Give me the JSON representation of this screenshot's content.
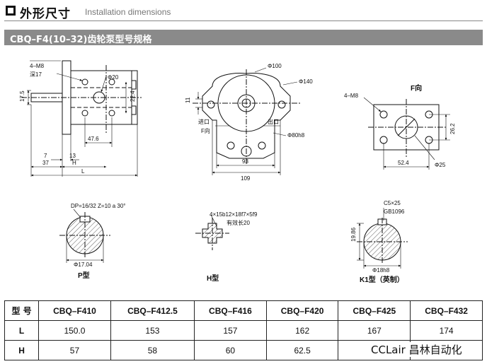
{
  "header": {
    "title_cn": "外形尺寸",
    "title_en": "Installation dimensions"
  },
  "banner": {
    "text": "CBQ–F4(10–32)齿轮泵型号规格"
  },
  "side_view": {
    "thread": "4–M8",
    "depth": "深17",
    "phi": "Φ20",
    "d_17_5": "17.5",
    "d_22_4": "22.4",
    "d_47_6": "47.6",
    "d_7": "7",
    "d_13": "13",
    "d_37": "37",
    "d_H": "H",
    "d_L": "L"
  },
  "front_view": {
    "phi100": "Φ100",
    "phi140": "Φ140",
    "d_11": "11",
    "inlet": "进口",
    "outlet": "出口",
    "f_dir": "F向",
    "phi80": "Φ80h8",
    "d_93": "93",
    "d_109": "109"
  },
  "f_view": {
    "title": "F向",
    "thread": "4–M8",
    "d_26_2": "26.2",
    "d_52_4": "52.4",
    "phi25": "Φ25"
  },
  "p_type": {
    "spec": "DP=16/32  Z=10  a 30°",
    "phi": "Φ17.04",
    "label": "P型"
  },
  "h_type": {
    "spec": "4×15b12×18f7×5f9",
    "note": "有效长20",
    "label": "H型"
  },
  "k1_type": {
    "key": "C5×25",
    "std": "GB1096",
    "d_19_86": "19.86",
    "phi": "Φ18h8",
    "label": "K1型（英制）"
  },
  "table": {
    "head_label": "型  号",
    "models": [
      "CBQ–F410",
      "CBQ–F412.5",
      "CBQ–F416",
      "CBQ–F420",
      "CBQ–F425",
      "CBQ–F432"
    ],
    "rows": [
      {
        "label": "L",
        "values": [
          "150.0",
          "153",
          "157",
          "162",
          "167",
          "174"
        ]
      },
      {
        "label": "H",
        "values": [
          "57",
          "58",
          "60",
          "62.5",
          "",
          ""
        ]
      }
    ]
  },
  "brand": {
    "text": "CCLair 昌林自动化"
  }
}
